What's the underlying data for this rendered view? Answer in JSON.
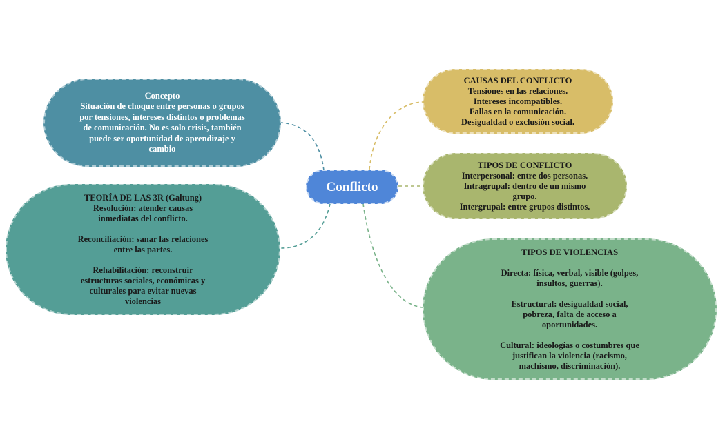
{
  "colors": {
    "center": "#4f86d8",
    "concepto": "#4e8fa3",
    "teoria": "#549e96",
    "causas": "#d8bd68",
    "tipos_conflicto": "#a9b66e",
    "violencias": "#7ab38a",
    "link_concepto": "#4e8fa3",
    "link_teoria": "#549e96",
    "link_causas": "#d8bd68",
    "link_tipos": "#a9b66e",
    "link_violencias": "#7ab38a"
  },
  "center": {
    "label": "Conflicto"
  },
  "concepto": {
    "title": "Concepto",
    "text": "Situación de choque entre personas o grupos por tensiones, intereses distintos o problemas de comunicación. No es solo crisis, también puede ser oportunidad de aprendizaje y cambio"
  },
  "teoria": {
    "title": "TEORÍA DE LAS 3R (Galtung)",
    "resolucion": "Resolución: atender causas\ninmediatas del conflicto.",
    "reconciliacion": "Reconciliación: sanar las relaciones\nentre las partes.",
    "rehabilitacion": "Rehabilitación: reconstruir\nestructuras sociales, económicas y\nculturales para evitar nuevas\nviolencias"
  },
  "causas": {
    "title": "CAUSAS DEL CONFLICTO",
    "items": [
      "Tensiones en las relaciones.",
      "Intereses incompatibles.",
      "Fallas en la comunicación.",
      "Desigualdad o exclusión social."
    ]
  },
  "tipos_conflicto": {
    "title": "TIPOS DE CONFLICTO",
    "interpersonal": "Interpersonal: entre dos personas.",
    "intragrupal": "Intragrupal: dentro de un mismo\ngrupo.",
    "intergrupal": "Intergrupal: entre grupos distintos."
  },
  "violencias": {
    "title": "TIPOS DE VIOLENCIAS",
    "directa": "Directa: física, verbal, visible (golpes,\ninsultos, guerras).",
    "estructural": "Estructural: desigualdad social,\npobreza, falta de acceso a\noportunidades.",
    "cultural": "Cultural: ideologías o costumbres que\njustifican la violencia (racismo,\nmachismo, discriminación)."
  }
}
